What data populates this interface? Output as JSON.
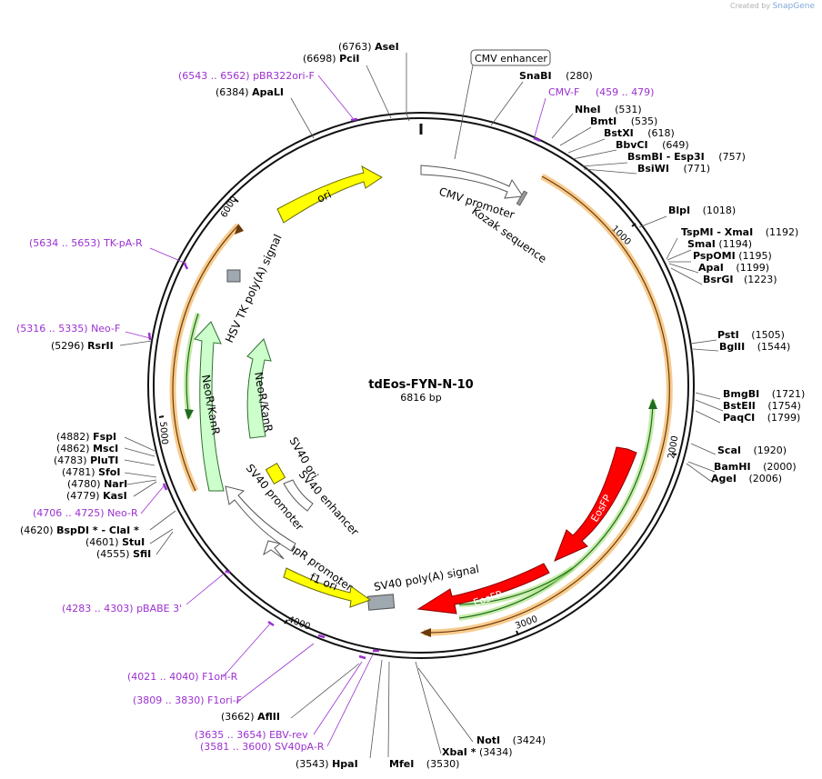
{
  "brand": {
    "prefix": "Created by",
    "name": "SnapGene"
  },
  "plasmid": {
    "name": "tdEos-FYN-N-10",
    "size": "6816 bp"
  },
  "ticks": [
    "1000",
    "2000",
    "3000",
    "4000",
    "5000",
    "6000"
  ],
  "enzymes": [
    {
      "name": "AseI",
      "pos": "(6763)"
    },
    {
      "name": "PciI",
      "pos": "(6698)"
    },
    {
      "name": "ApaLI",
      "pos": "(6384)"
    },
    {
      "name": "SnaBI",
      "pos": "(280)"
    },
    {
      "name": "NheI",
      "pos": "(531)"
    },
    {
      "name": "BmtI",
      "pos": "(535)"
    },
    {
      "name": "BstXI",
      "pos": "(618)"
    },
    {
      "name": "BbvCI",
      "pos": "(649)"
    },
    {
      "name": "BsmBI - Esp3I",
      "pos": "(757)"
    },
    {
      "name": "BsiWI",
      "pos": "(771)"
    },
    {
      "name": "BlpI",
      "pos": "(1018)"
    },
    {
      "name": "TspMI - XmaI",
      "pos": "(1192)"
    },
    {
      "name": "SmaI",
      "pos": "(1194)"
    },
    {
      "name": "PspOMI",
      "pos": "(1195)"
    },
    {
      "name": "ApaI",
      "pos": "(1199)"
    },
    {
      "name": "BsrGI",
      "pos": "(1223)"
    },
    {
      "name": "PstI",
      "pos": "(1505)"
    },
    {
      "name": "BglII",
      "pos": "(1544)"
    },
    {
      "name": "BmgBI",
      "pos": "(1721)"
    },
    {
      "name": "BstEII",
      "pos": "(1754)"
    },
    {
      "name": "PaqCI",
      "pos": "(1799)"
    },
    {
      "name": "ScaI",
      "pos": "(1920)"
    },
    {
      "name": "BamHI",
      "pos": "(2000)"
    },
    {
      "name": "AgeI",
      "pos": "(2006)"
    },
    {
      "name": "NotI",
      "pos": "(3424)"
    },
    {
      "name": "XbaI *",
      "pos": "(3434)"
    },
    {
      "name": "MfeI",
      "pos": "(3530)"
    },
    {
      "name": "HpaI",
      "pos": "(3543)"
    },
    {
      "name": "AflII",
      "pos": "(3662)"
    },
    {
      "name": "SfiI",
      "pos": "(4555)"
    },
    {
      "name": "StuI",
      "pos": "(4601)"
    },
    {
      "name": "BspDI * - ClaI *",
      "pos": "(4620)"
    },
    {
      "name": "KasI",
      "pos": "(4779)"
    },
    {
      "name": "NarI",
      "pos": "(4780)"
    },
    {
      "name": "SfoI",
      "pos": "(4781)"
    },
    {
      "name": "PluTI",
      "pos": "(4783)"
    },
    {
      "name": "MscI",
      "pos": "(4862)"
    },
    {
      "name": "FspI",
      "pos": "(4882)"
    },
    {
      "name": "RsrII",
      "pos": "(5296)"
    }
  ],
  "primers": [
    {
      "range": "(6543 .. 6562)",
      "name": "pBR322ori-F"
    },
    {
      "range": "(459 .. 479)",
      "name": "CMV-F"
    },
    {
      "range": "(5634 .. 5653)",
      "name": "TK-pA-R"
    },
    {
      "range": "(5316 .. 5335)",
      "name": "Neo-F"
    },
    {
      "range": "(4706 .. 4725)",
      "name": "Neo-R"
    },
    {
      "range": "(4283 .. 4303)",
      "name": "pBABE 3'"
    },
    {
      "range": "(4021 .. 4040)",
      "name": "F1ori-R"
    },
    {
      "range": "(3809 .. 3830)",
      "name": "F1ori-F"
    },
    {
      "range": "(3635 .. 3654)",
      "name": "EBV-rev"
    },
    {
      "range": "(3581 .. 3600)",
      "name": "SV40pA-R"
    }
  ],
  "features": {
    "cmv_enhancer": "CMV enhancer",
    "cmv_promoter": "CMV promoter",
    "kozak": "Kozak sequence",
    "eosfp1": "EosFP",
    "eosfp2": "EosFP",
    "sv40_polya": "SV40 poly(A) signal",
    "f1_ori": "f1 ori",
    "ampr_promoter": "AmpR promoter",
    "sv40_promoter": "SV40 promoter",
    "sv40_ori": "SV40 ori",
    "sv40_enhancer": "SV40 enhancer",
    "neor1": "NeoR/KanR",
    "neor2": "NeoR/KanR",
    "hsv_tk": "HSV TK poly(A) signal",
    "ori": "ori"
  },
  "colors": {
    "eosfp": "#ff0000",
    "ori": "#ffff00",
    "neor": "#ccffcc",
    "primer": "#9b30d0",
    "orf": "#f0a030",
    "orf_inner": "#228b22",
    "promoter": "#ffffff",
    "polya": "#a0a8b0"
  }
}
